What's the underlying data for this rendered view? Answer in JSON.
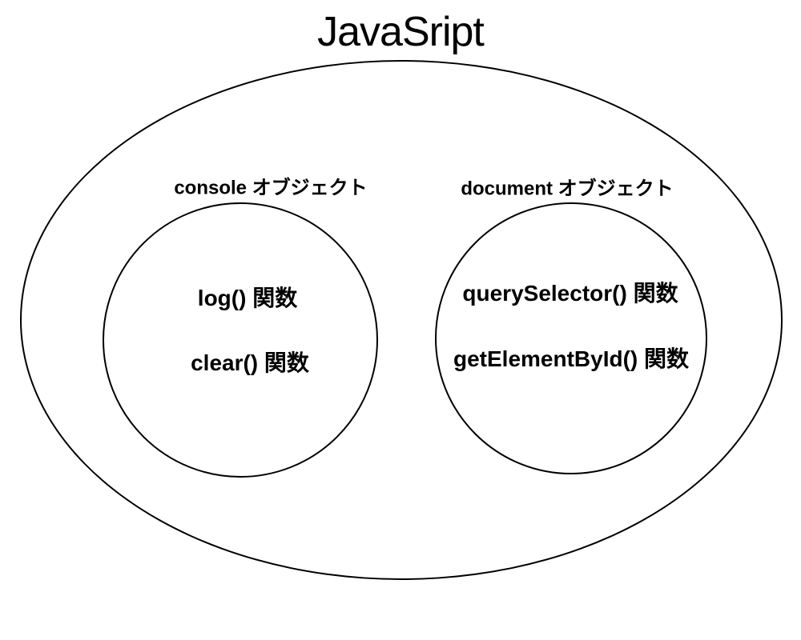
{
  "title": "JavaSript",
  "diagram": {
    "groups": [
      {
        "name": "console",
        "label": "console オブジェクト",
        "items": [
          "log() 関数",
          "clear() 関数"
        ]
      },
      {
        "name": "document",
        "label": "document オブジェクト",
        "items": [
          "querySelector() 関数",
          "getElementById() 関数"
        ]
      }
    ]
  },
  "colors": {
    "background": "#ffffff",
    "stroke": "#000000",
    "text": "#000000"
  }
}
